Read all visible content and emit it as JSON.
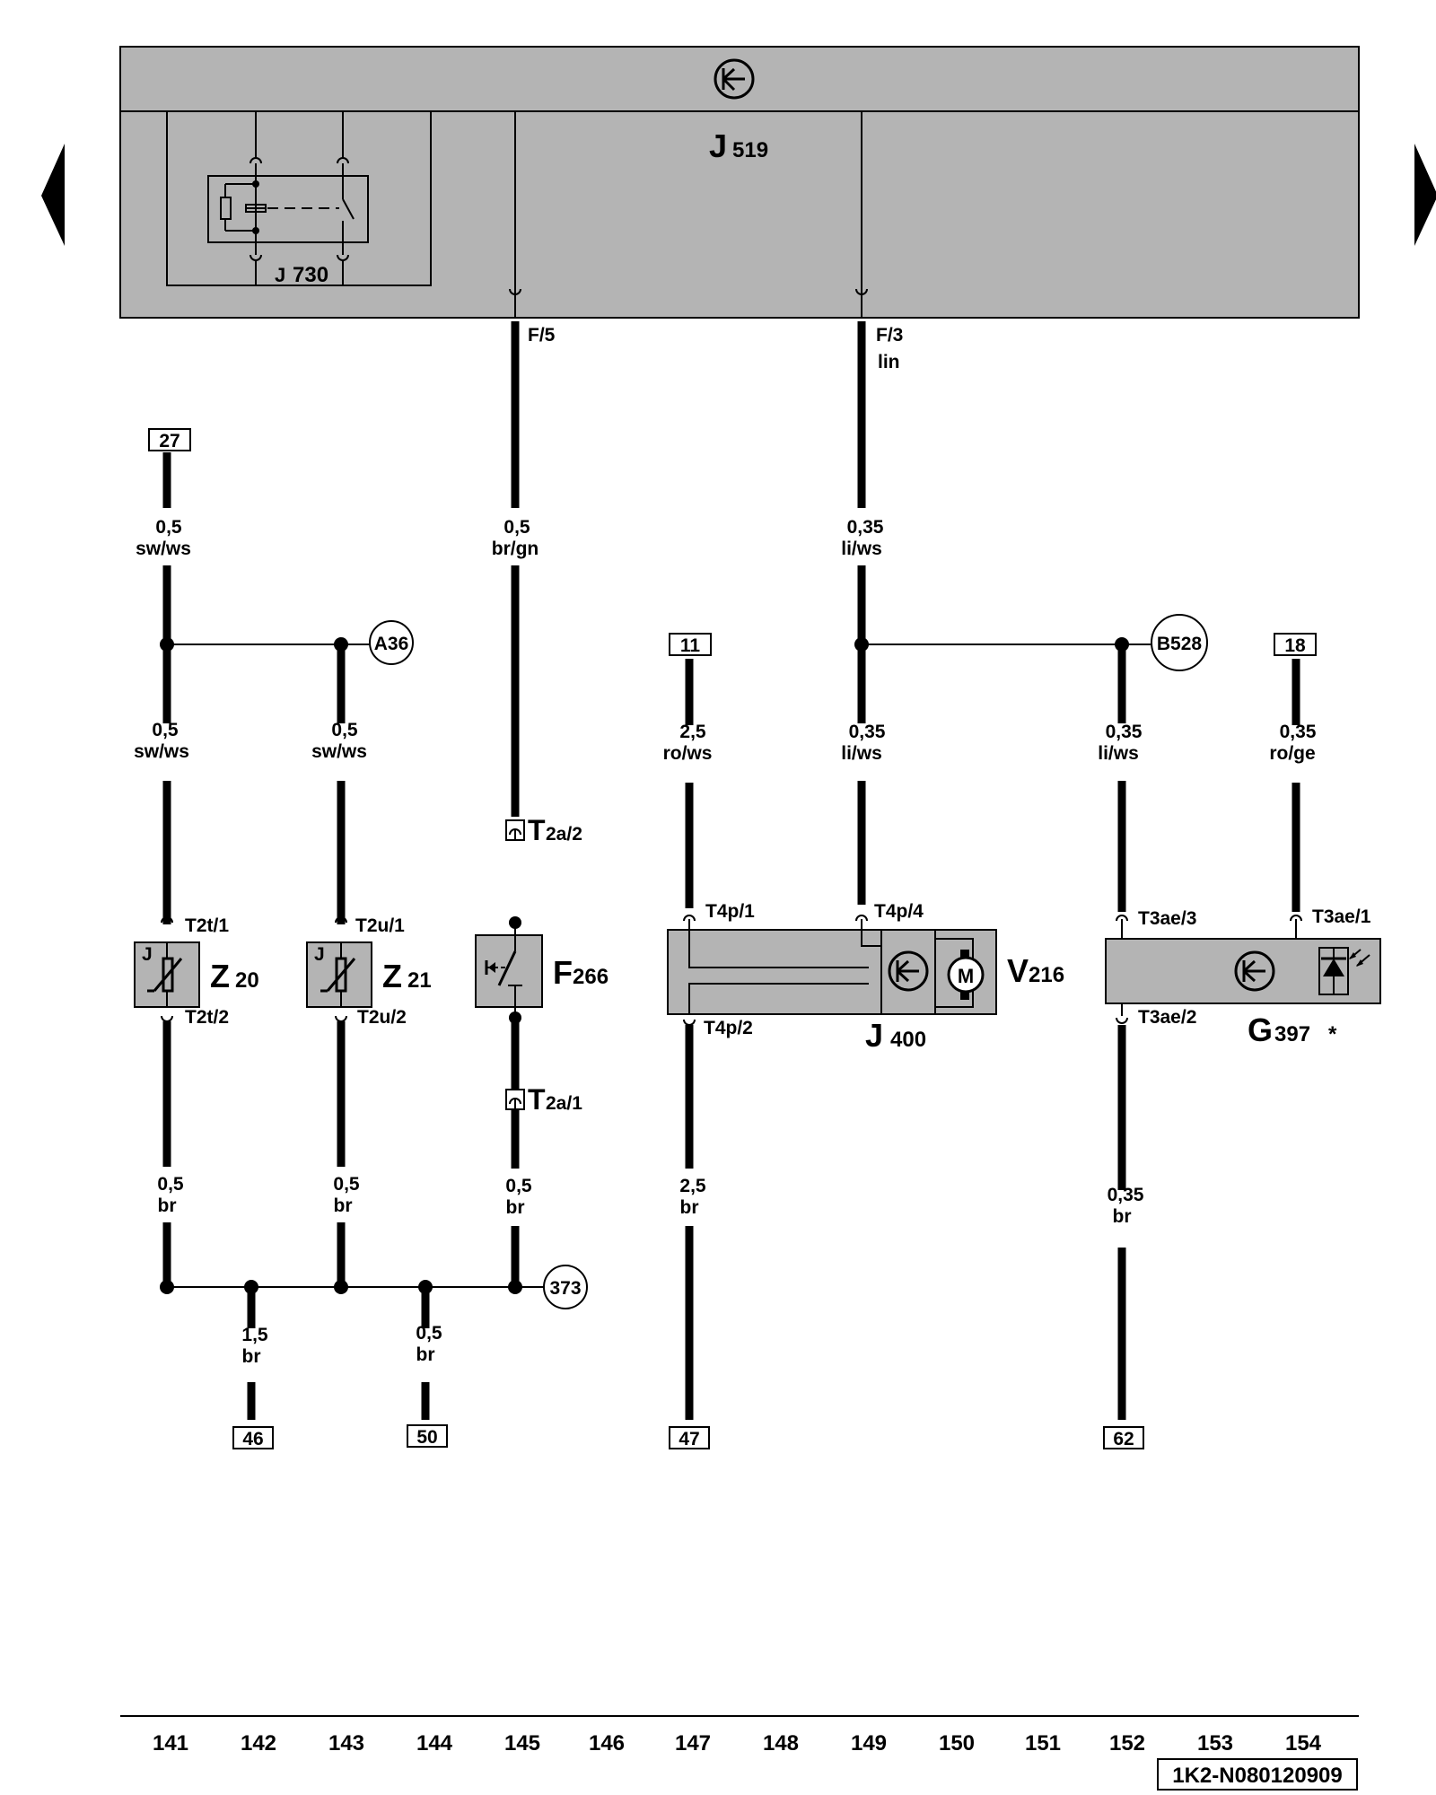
{
  "nav": {
    "prev_icon": "triangle-left-icon",
    "next_icon": "triangle-right-icon"
  },
  "components": {
    "j519": {
      "letter": "J",
      "sub": "519"
    },
    "j730": {
      "letter": "J",
      "sub": "730"
    },
    "z20": {
      "letter": "Z",
      "sub": "20",
      "tag": "J"
    },
    "z21": {
      "letter": "Z",
      "sub": "21",
      "tag": "J"
    },
    "f266": {
      "letter": "F",
      "sub": "266"
    },
    "v216": {
      "letter": "V",
      "sub": "216"
    },
    "j400": {
      "letter": "J",
      "sub": "400"
    },
    "g397": {
      "letter": "G",
      "sub": "397",
      "note": "*"
    }
  },
  "pins": {
    "f5": "F/5",
    "f3": "F/3",
    "lin": "lin",
    "t2a2": "2a/2",
    "t2a1": "2a/1",
    "t": "T",
    "t2t1": "T2t/1",
    "t2t2": "T2t/2",
    "t2u1": "T2u/1",
    "t2u2": "T2u/2",
    "t4p1": "T4p/1",
    "t4p4": "T4p/4",
    "t4p2": "T4p/2",
    "t3ae3": "T3ae/3",
    "t3ae1": "T3ae/1",
    "t3ae2": "T3ae/2",
    "motor": "M"
  },
  "refs": {
    "r27": "27",
    "r11": "11",
    "r18": "18",
    "r46": "46",
    "r50": "50",
    "r47": "47",
    "r62": "62"
  },
  "nodes": {
    "a36": "A36",
    "b528": "B528",
    "n373": "373"
  },
  "wires": [
    {
      "size": "0,5",
      "color": "sw/ws"
    },
    {
      "size": "0,5",
      "color": "br/gn"
    },
    {
      "size": "0,35",
      "color": "li/ws"
    },
    {
      "size": "0,5",
      "color": "sw/ws"
    },
    {
      "size": "0,5",
      "color": "sw/ws"
    },
    {
      "size": "2,5",
      "color": "ro/ws"
    },
    {
      "size": "0,35",
      "color": "li/ws"
    },
    {
      "size": "0,35",
      "color": "li/ws"
    },
    {
      "size": "0,35",
      "color": "ro/ge"
    },
    {
      "size": "0,5",
      "color": "br"
    },
    {
      "size": "0,5",
      "color": "br"
    },
    {
      "size": "0,5",
      "color": "br"
    },
    {
      "size": "2,5",
      "color": "br"
    },
    {
      "size": "0,35",
      "color": "br"
    },
    {
      "size": "1,5",
      "color": "br"
    },
    {
      "size": "0,5",
      "color": "br"
    }
  ],
  "footer": {
    "ticks": [
      "141",
      "142",
      "143",
      "144",
      "145",
      "146",
      "147",
      "148",
      "149",
      "150",
      "151",
      "152",
      "153",
      "154"
    ],
    "code": "1K2-N080120909"
  },
  "colors": {
    "module_fill": "#b4b4b4",
    "line": "#000000",
    "background": "#ffffff"
  }
}
